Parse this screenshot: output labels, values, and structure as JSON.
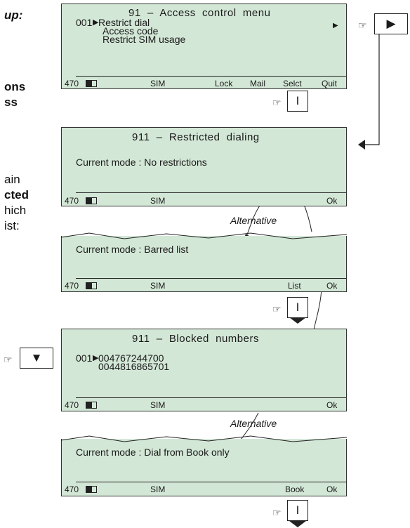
{
  "side_text": {
    "l1": "up:",
    "l2": "ons",
    "l3": "ss",
    "l4": "ain",
    "l5": "cted",
    "l6": "hich",
    "l7": "ist:"
  },
  "status": {
    "counter": "470",
    "sim": "SIM"
  },
  "screen1": {
    "title": "91  –  Access  control  menu",
    "index": "001",
    "items": [
      "Restrict dial",
      "Access code",
      "Restrict SIM usage"
    ],
    "softkeys": [
      "Lock",
      "Mail",
      "Selct",
      "Quit"
    ]
  },
  "screen2": {
    "title": "911  –  Restricted  dialing",
    "mode_line": "Current mode : No restrictions",
    "softkeys": [
      "Ok"
    ]
  },
  "screen3": {
    "mode_line": "Current mode : Barred list",
    "softkeys": [
      "List",
      "Ok"
    ]
  },
  "screen4": {
    "title": "911  –  Blocked  numbers",
    "index": "001",
    "numbers": [
      "004767244700",
      "0044816865701"
    ],
    "softkeys": [
      "Ok"
    ]
  },
  "screen5": {
    "mode_line": "Current mode : Dial from Book only",
    "softkeys": [
      "Book",
      "Ok"
    ]
  },
  "alternative_label": "Alternative",
  "keys": {
    "ok_key": "I",
    "right_key": "▶",
    "down_key": "▼",
    "hand": "☞"
  }
}
